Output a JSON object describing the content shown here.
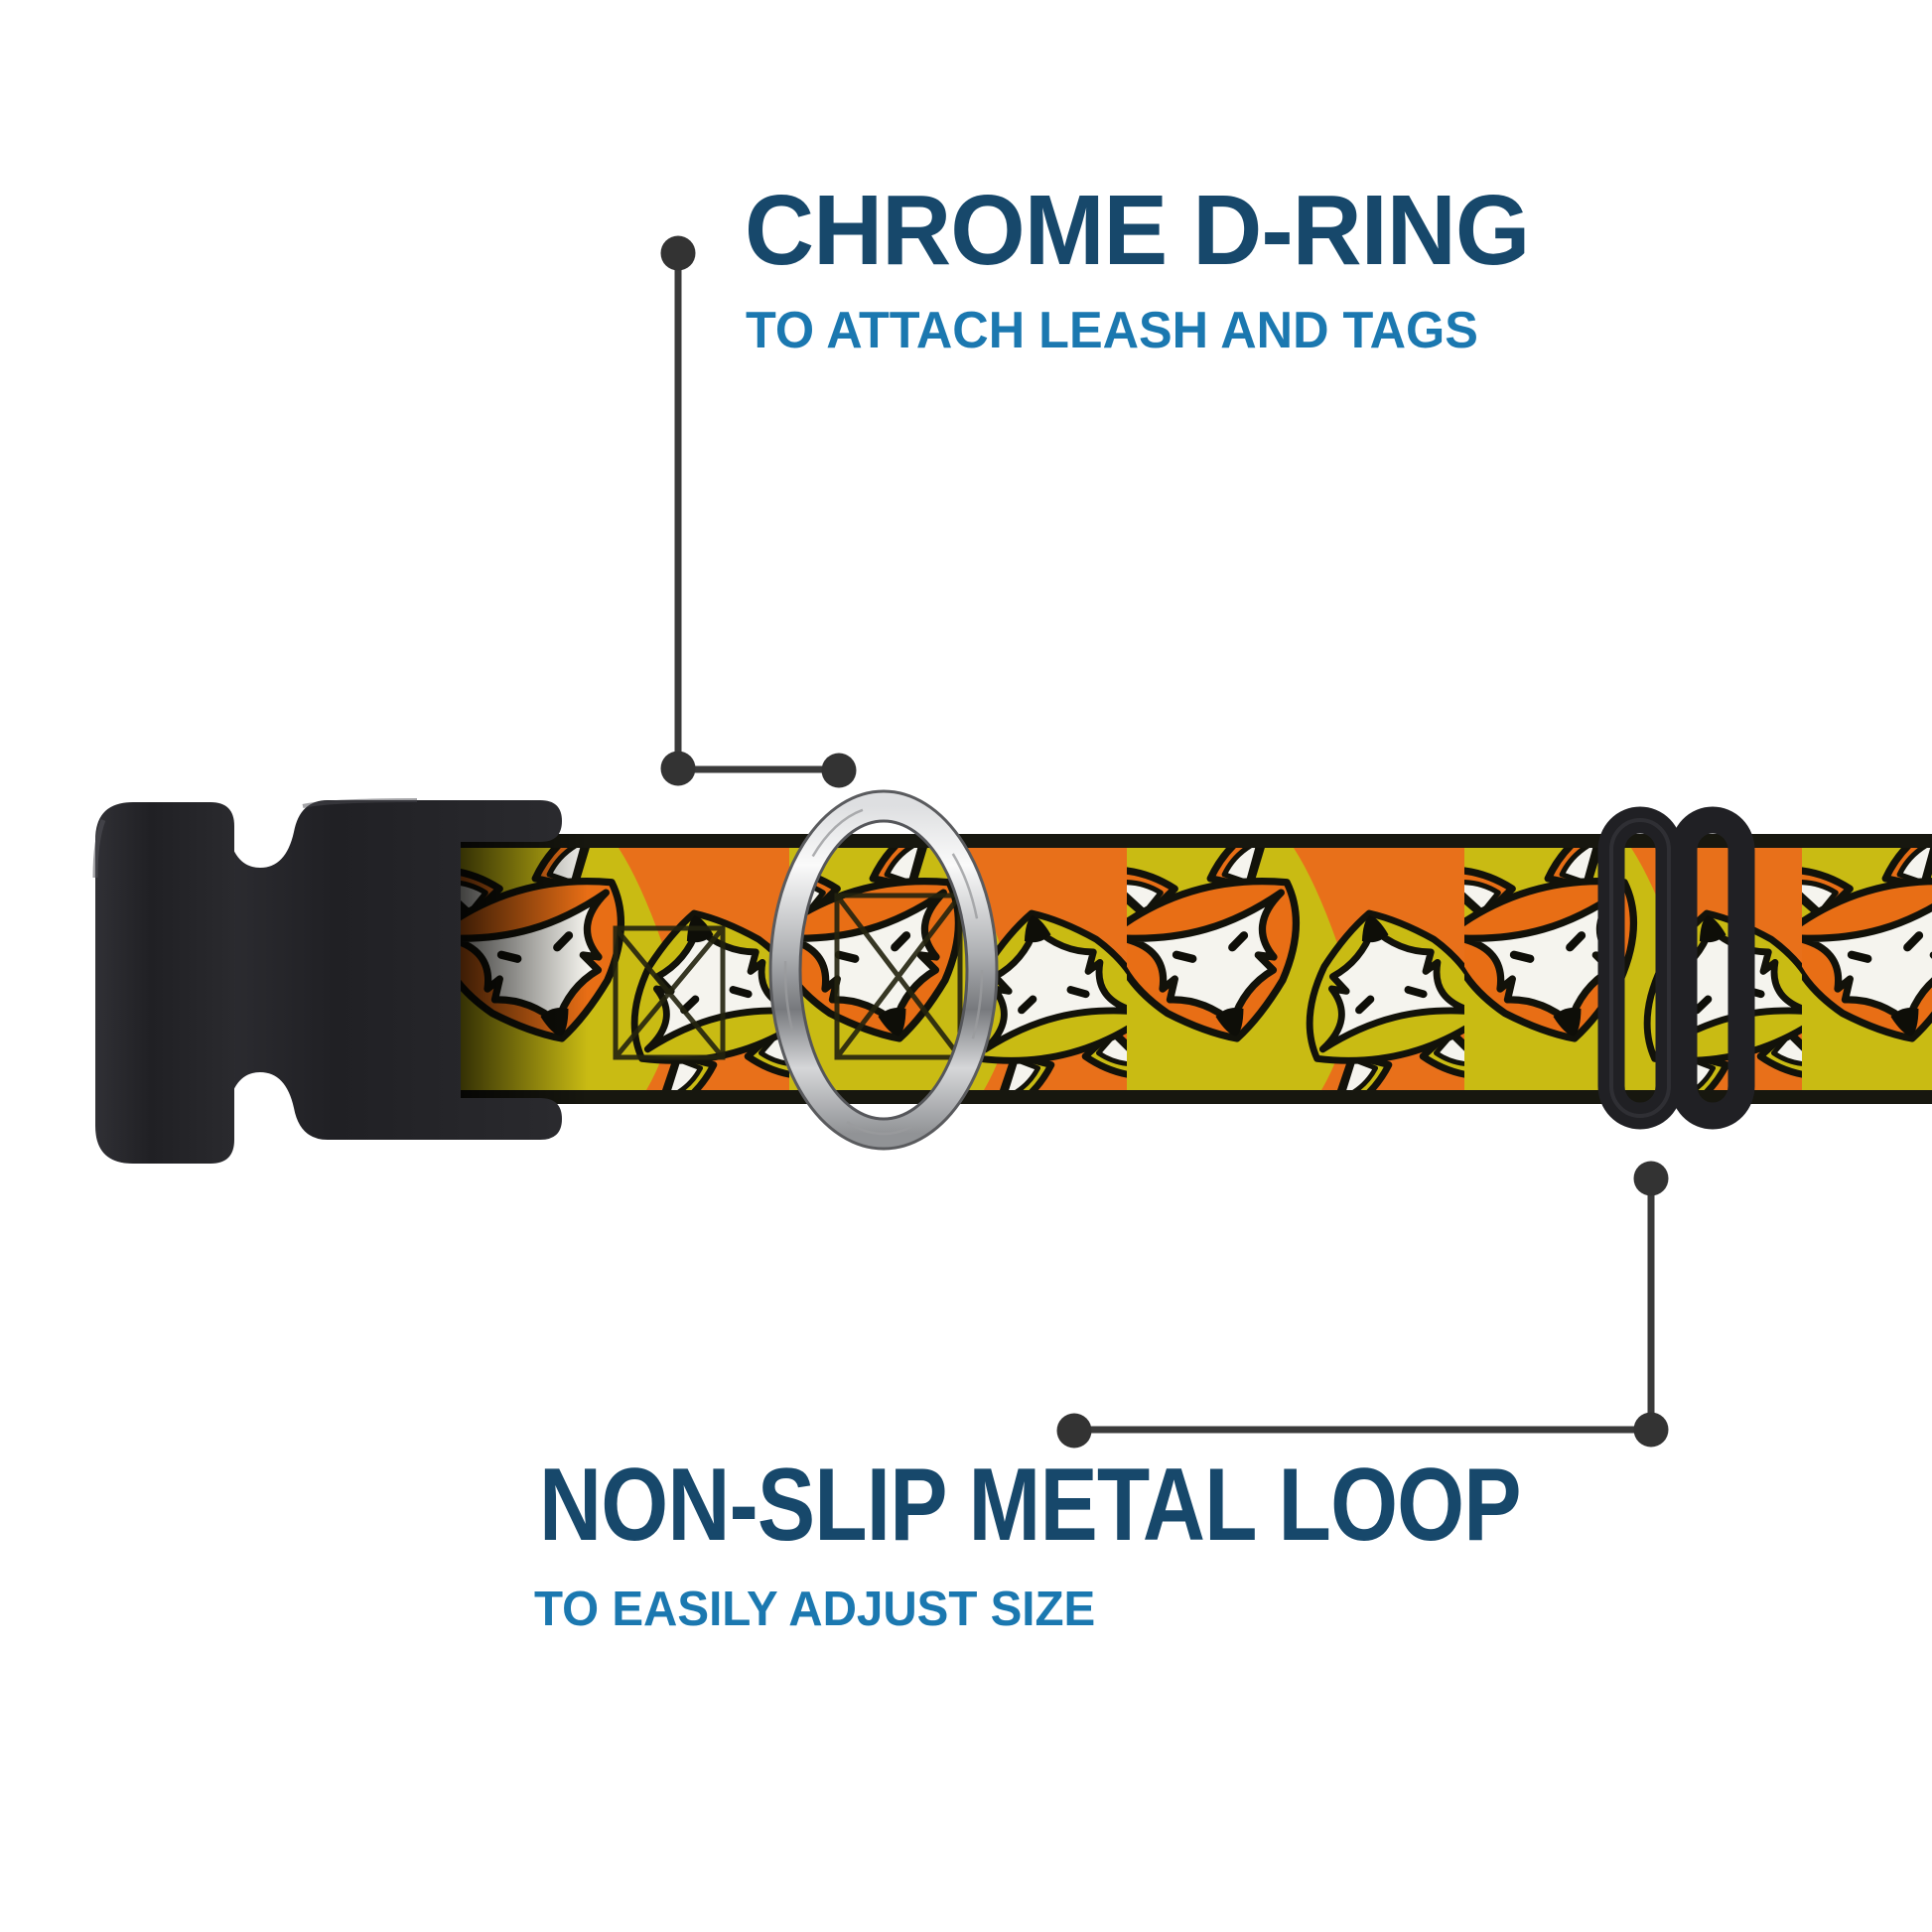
{
  "image": {
    "kind": "annotated-product-diagram",
    "subject": "dog collar with fox pattern webbing",
    "background": "#FFFFFF"
  },
  "callouts": {
    "top": {
      "title": "CHROME D-RING",
      "subtitle": "TO ATTACH LEASH AND TAGS",
      "points_to": "chrome-d-ring"
    },
    "bottom": {
      "title": "NON-SLIP METAL LOOP",
      "subtitle": "TO EASILY ADJUST SIZE",
      "points_to": "metal-loop-slider"
    }
  },
  "product": {
    "parts": [
      {
        "id": "side-release-buckle",
        "label": "black plastic side-release buckle"
      },
      {
        "id": "webbing",
        "label": "fox print nylon webbing"
      },
      {
        "id": "chrome-d-ring",
        "label": "chrome D-ring"
      },
      {
        "id": "metal-loop-slider",
        "label": "black non-slip metal tri-glide loop"
      },
      {
        "id": "stitch-boxes",
        "label": "box-X stitching"
      }
    ],
    "pattern": {
      "name": "foxes",
      "colors": {
        "olive": "#C9BB13",
        "orange": "#E8701A",
        "white": "#F5F4EE",
        "outline": "#12120A",
        "edge": "#17170F"
      }
    }
  },
  "colors": {
    "title_navy": "#17486B",
    "subtitle_blue": "#1B78B0",
    "callout_line": "#3A3A3A",
    "callout_dot": "#333333",
    "buckle_black": "#232327",
    "chrome_light": "#FAFAFA",
    "chrome_dark": "#77797D"
  }
}
